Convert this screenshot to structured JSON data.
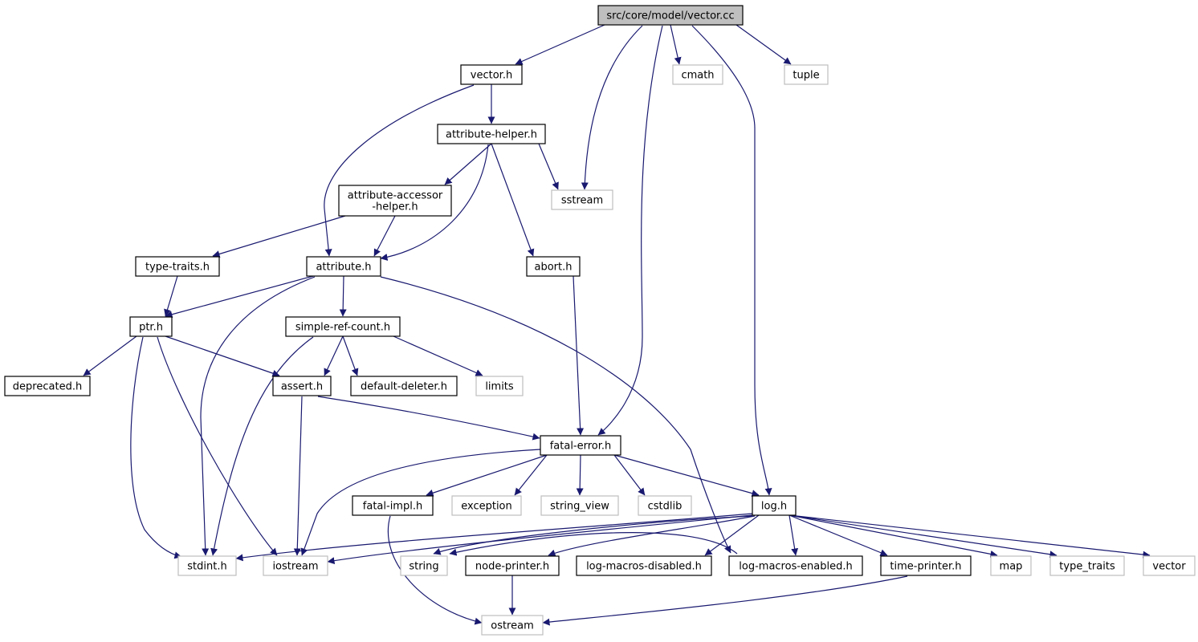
{
  "colors": {
    "edge": "#191970",
    "root_fill": "#bfbfbf",
    "project_border": "#000000",
    "system_border": "#bfbfbf",
    "background": "#ffffff"
  },
  "nodes": {
    "vector_cc": {
      "label": "src/core/model/vector.cc",
      "kind": "root"
    },
    "vector_h": {
      "label": "vector.h",
      "kind": "project"
    },
    "cmath": {
      "label": "cmath",
      "kind": "system"
    },
    "tuple": {
      "label": "tuple",
      "kind": "system"
    },
    "attribute_helper_h": {
      "label": "attribute-helper.h",
      "kind": "project"
    },
    "attribute_accessor_helper_h": {
      "label": [
        "attribute-accessor",
        "-helper.h"
      ],
      "kind": "project"
    },
    "sstream": {
      "label": "sstream",
      "kind": "system"
    },
    "type_traits_h": {
      "label": "type-traits.h",
      "kind": "project"
    },
    "attribute_h": {
      "label": "attribute.h",
      "kind": "project"
    },
    "abort_h": {
      "label": "abort.h",
      "kind": "project"
    },
    "ptr_h": {
      "label": "ptr.h",
      "kind": "project"
    },
    "simple_ref_count_h": {
      "label": "simple-ref-count.h",
      "kind": "project"
    },
    "deprecated_h": {
      "label": "deprecated.h",
      "kind": "project"
    },
    "assert_h": {
      "label": "assert.h",
      "kind": "project"
    },
    "default_deleter_h": {
      "label": "default-deleter.h",
      "kind": "project"
    },
    "limits": {
      "label": "limits",
      "kind": "system"
    },
    "fatal_error_h": {
      "label": "fatal-error.h",
      "kind": "project"
    },
    "fatal_impl_h": {
      "label": "fatal-impl.h",
      "kind": "project"
    },
    "exception": {
      "label": "exception",
      "kind": "system"
    },
    "string_view": {
      "label": "string_view",
      "kind": "system"
    },
    "cstdlib": {
      "label": "cstdlib",
      "kind": "system"
    },
    "log_h": {
      "label": "log.h",
      "kind": "project"
    },
    "stdint_h": {
      "label": "stdint.h",
      "kind": "system"
    },
    "iostream": {
      "label": "iostream",
      "kind": "system"
    },
    "string": {
      "label": "string",
      "kind": "system"
    },
    "node_printer_h": {
      "label": "node-printer.h",
      "kind": "project"
    },
    "log_macros_disabled_h": {
      "label": "log-macros-disabled.h",
      "kind": "project"
    },
    "log_macros_enabled_h": {
      "label": "log-macros-enabled.h",
      "kind": "project"
    },
    "time_printer_h": {
      "label": "time-printer.h",
      "kind": "project"
    },
    "map": {
      "label": "map",
      "kind": "system"
    },
    "type_traits": {
      "label": "type_traits",
      "kind": "system"
    },
    "vector": {
      "label": "vector",
      "kind": "system"
    },
    "ostream": {
      "label": "ostream",
      "kind": "system"
    }
  },
  "edges": [
    [
      "vector_cc",
      "vector_h"
    ],
    [
      "vector_cc",
      "sstream"
    ],
    [
      "vector_cc",
      "fatal_error_h"
    ],
    [
      "vector_cc",
      "cmath"
    ],
    [
      "vector_cc",
      "tuple"
    ],
    [
      "vector_cc",
      "log_h"
    ],
    [
      "vector_h",
      "attribute_helper_h"
    ],
    [
      "vector_h",
      "attribute_h"
    ],
    [
      "attribute_helper_h",
      "attribute_accessor_helper_h"
    ],
    [
      "attribute_helper_h",
      "attribute_h"
    ],
    [
      "attribute_helper_h",
      "sstream"
    ],
    [
      "attribute_helper_h",
      "abort_h"
    ],
    [
      "attribute_accessor_helper_h",
      "type_traits_h"
    ],
    [
      "attribute_accessor_helper_h",
      "attribute_h"
    ],
    [
      "type_traits_h",
      "ptr_h"
    ],
    [
      "attribute_h",
      "ptr_h"
    ],
    [
      "attribute_h",
      "simple_ref_count_h"
    ],
    [
      "attribute_h",
      "stdint_h"
    ],
    [
      "attribute_h",
      "log_macros_enabled_h"
    ],
    [
      "abort_h",
      "fatal_error_h"
    ],
    [
      "ptr_h",
      "deprecated_h"
    ],
    [
      "ptr_h",
      "assert_h"
    ],
    [
      "ptr_h",
      "stdint_h"
    ],
    [
      "ptr_h",
      "iostream"
    ],
    [
      "simple_ref_count_h",
      "assert_h"
    ],
    [
      "simple_ref_count_h",
      "default_deleter_h"
    ],
    [
      "simple_ref_count_h",
      "limits"
    ],
    [
      "simple_ref_count_h",
      "stdint_h"
    ],
    [
      "assert_h",
      "fatal_error_h"
    ],
    [
      "assert_h",
      "iostream"
    ],
    [
      "fatal_error_h",
      "fatal_impl_h"
    ],
    [
      "fatal_error_h",
      "exception"
    ],
    [
      "fatal_error_h",
      "string_view"
    ],
    [
      "fatal_error_h",
      "cstdlib"
    ],
    [
      "fatal_error_h",
      "log_h"
    ],
    [
      "fatal_error_h",
      "iostream"
    ],
    [
      "fatal_impl_h",
      "ostream"
    ],
    [
      "log_h",
      "stdint_h"
    ],
    [
      "log_h",
      "iostream"
    ],
    [
      "log_h",
      "string"
    ],
    [
      "log_h",
      "node_printer_h"
    ],
    [
      "log_h",
      "log_macros_disabled_h"
    ],
    [
      "log_h",
      "log_macros_enabled_h"
    ],
    [
      "log_h",
      "time_printer_h"
    ],
    [
      "log_h",
      "map"
    ],
    [
      "log_h",
      "type_traits"
    ],
    [
      "log_h",
      "vector"
    ],
    [
      "log_macros_enabled_h",
      "string"
    ],
    [
      "node_printer_h",
      "ostream"
    ],
    [
      "time_printer_h",
      "ostream"
    ]
  ]
}
